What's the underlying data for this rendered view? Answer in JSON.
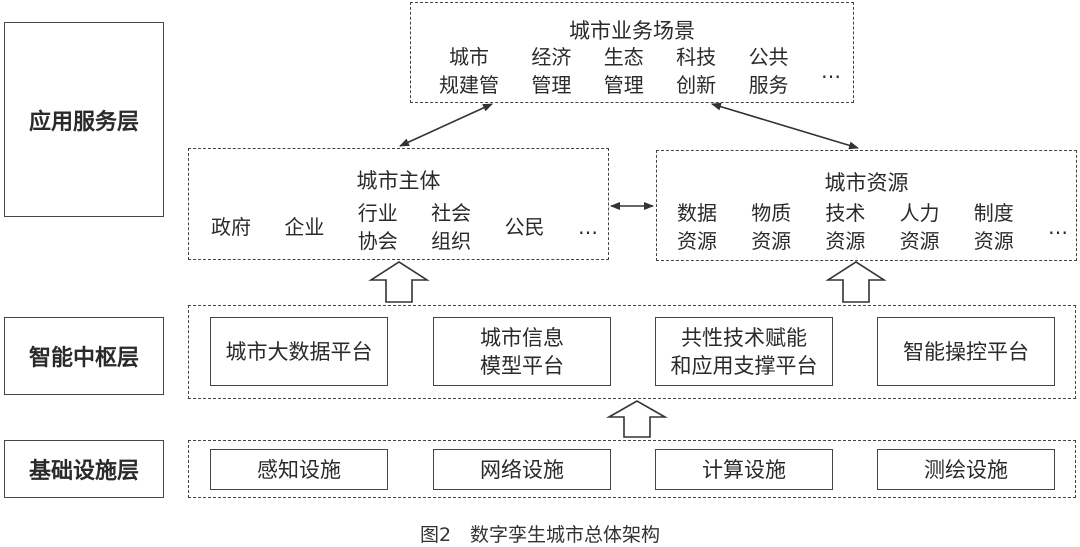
{
  "layers": {
    "application": "应用服务层",
    "hub": "智能中枢层",
    "infrastructure": "基础设施层"
  },
  "scenarios": {
    "title": "城市业务场景",
    "items": [
      "城市\n规建管",
      "经济\n管理",
      "生态\n管理",
      "科技\n创新",
      "公共\n服务",
      "…"
    ]
  },
  "subjects": {
    "title": "城市主体",
    "items": [
      "政府",
      "企业",
      "行业\n协会",
      "社会\n组织",
      "公民",
      "…"
    ]
  },
  "resources": {
    "title": "城市资源",
    "items": [
      "数据\n资源",
      "物质\n资源",
      "技术\n资源",
      "人力\n资源",
      "制度\n资源",
      "…"
    ]
  },
  "hub_platforms": [
    "城市大数据平台",
    "城市信息\n模型平台",
    "共性技术赋能\n和应用支撑平台",
    "智能操控平台"
  ],
  "infrastructure_items": [
    "感知设施",
    "网络设施",
    "计算设施",
    "测绘设施"
  ],
  "caption": "图2　数字孪生城市总体架构"
}
